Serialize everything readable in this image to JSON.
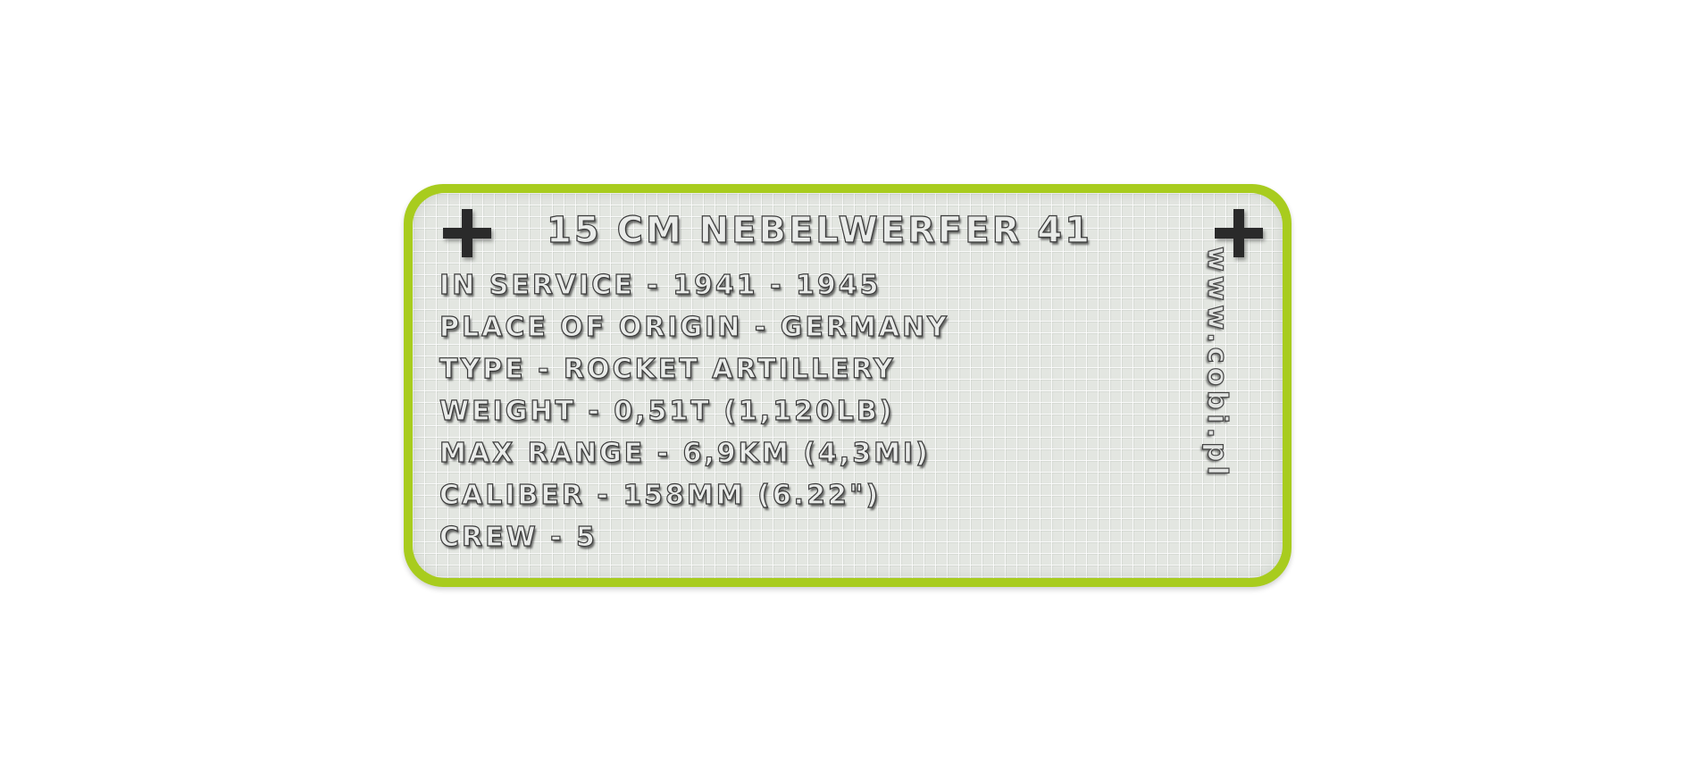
{
  "card": {
    "title": "15 CM NEBELWERFER 41",
    "specs": [
      "IN SERVICE - 1941 - 1945",
      "PLACE OF ORIGIN - GERMANY",
      "TYPE - ROCKET ARTILLERY",
      "WEIGHT - 0,51T (1,120LB)",
      "MAX RANGE - 6,9KM (4,3MI)",
      "CALIBER - 158MM (6.22\")",
      "CREW - 5"
    ],
    "website": "www.cobi.pl",
    "icons": {
      "left": "balkenkreuz-icon",
      "right": "balkenkreuz-icon"
    }
  },
  "colors": {
    "border": "#a8cc1e",
    "panel": "#e3e6e1",
    "grid": "#ffffff",
    "text_outline": "#3a3a3a",
    "cross": "#2a2a2a"
  }
}
